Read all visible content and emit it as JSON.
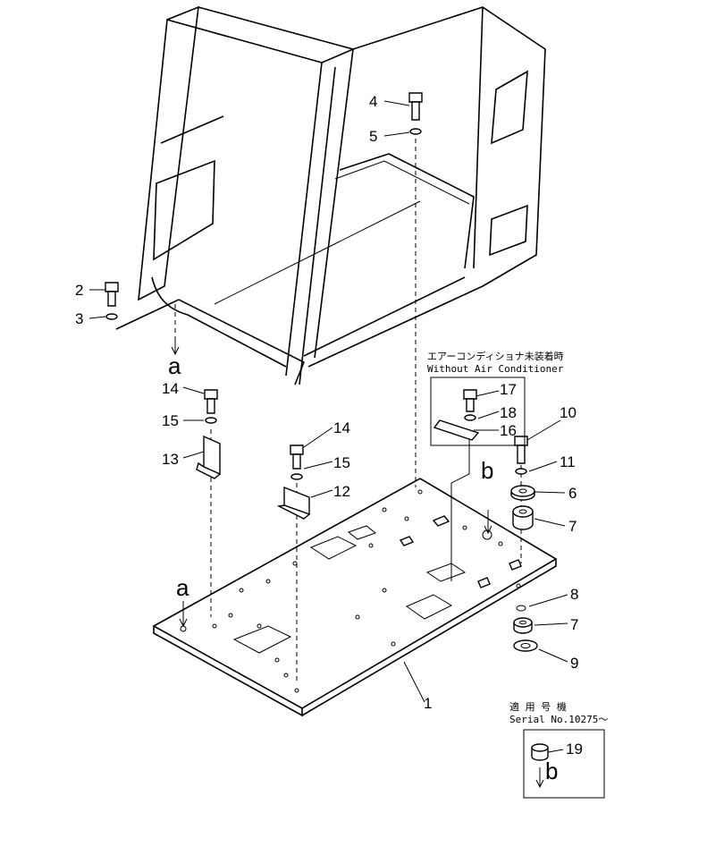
{
  "labels": {
    "p1": "1",
    "p2": "2",
    "p3": "3",
    "p4": "4",
    "p5": "5",
    "p6": "6",
    "p7a": "7",
    "p7b": "7",
    "p8": "8",
    "p9": "9",
    "p10": "10",
    "p11": "11",
    "p12": "12",
    "p13": "13",
    "p14a": "14",
    "p14b": "14",
    "p15a": "15",
    "p15b": "15",
    "p16": "16",
    "p17": "17",
    "p18": "18",
    "p19": "19"
  },
  "refs": {
    "a_upper": "a",
    "a_lower": "a",
    "b_upper": "b",
    "b_lower": "b"
  },
  "captions": {
    "ac_jp": "エアーコンディショナ未装着時",
    "ac_en": "Without  Air  Conditioner",
    "serial_jp": "適 用 号 機",
    "serial_en": "Serial No.10275～"
  }
}
